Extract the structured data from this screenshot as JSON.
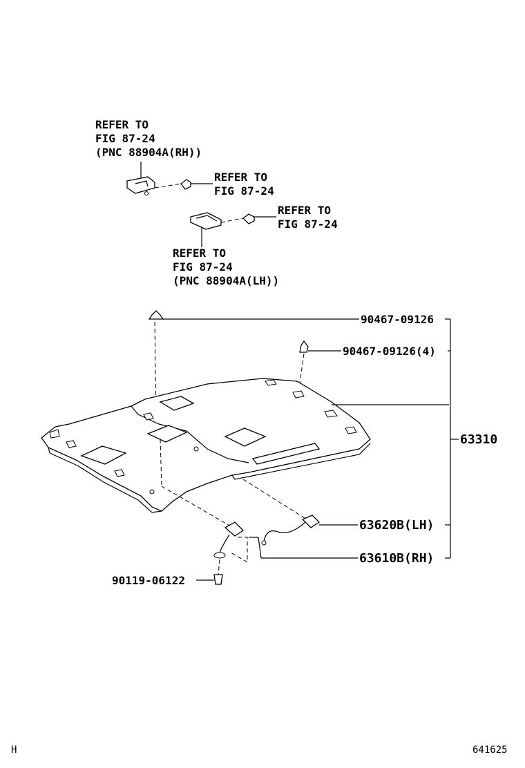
{
  "refs": {
    "rh_top": [
      "REFER TO",
      "FIG 87-24",
      "(PNC 88904A(RH))"
    ],
    "rh_bolt": [
      "REFER TO",
      "FIG 87-24"
    ],
    "lh_bolt": [
      "REFER TO",
      "FIG 87-24"
    ],
    "lh_bottom": [
      "REFER TO",
      "FIG 87-24",
      "(PNC 88904A(LH))"
    ]
  },
  "parts": {
    "clip_top": "90467-09126",
    "clip_four": "90467-09126(4)",
    "headlining": "63310",
    "lamp_lh": "63620B(LH)",
    "lamp_rh": "63610B(RH)",
    "screw": "90119-06122"
  },
  "footer": {
    "left": "H",
    "right": "641625"
  }
}
